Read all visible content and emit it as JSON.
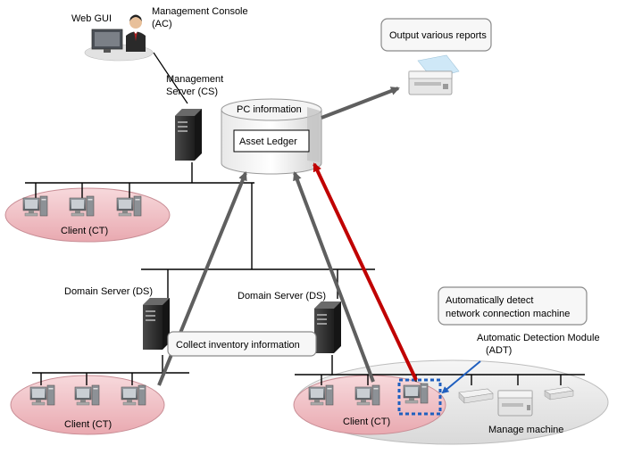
{
  "labels": {
    "web_gui": "Web GUI",
    "management_console_line1": "Management Console",
    "management_console_line2": "(AC)",
    "management_server_line1": "Management",
    "management_server_line2": "Server (CS)",
    "pc_information": "PC information",
    "asset_ledger": "Asset Ledger",
    "output_reports": "Output various reports",
    "client_ct": "Client (CT)",
    "domain_server_left": "Domain Server (DS)",
    "domain_server_right": "Domain Server (DS)",
    "collect_inventory": "Collect inventory information",
    "auto_detect_line1": "Automatically detect",
    "auto_detect_line2": "network connection machine",
    "adt_line1": "Automatic Detection Module",
    "adt_line2": "(ADT)",
    "manage_machine": "Manage machine"
  },
  "colors": {
    "arrow_gray": "#5f5f5f",
    "arrow_red": "#c00000",
    "network_line": "#000000",
    "zone_pink": "#f3c2c7",
    "zone_gray": "#e6e6e6",
    "adt_highlight": "#1f5fbf",
    "server_dark": "#2e2e2e"
  },
  "icons": [
    "person-at-computer-icon",
    "server-tower-icon",
    "database-cylinder-icon",
    "printer-icon",
    "desktop-pc-icon",
    "network-device-icon"
  ]
}
